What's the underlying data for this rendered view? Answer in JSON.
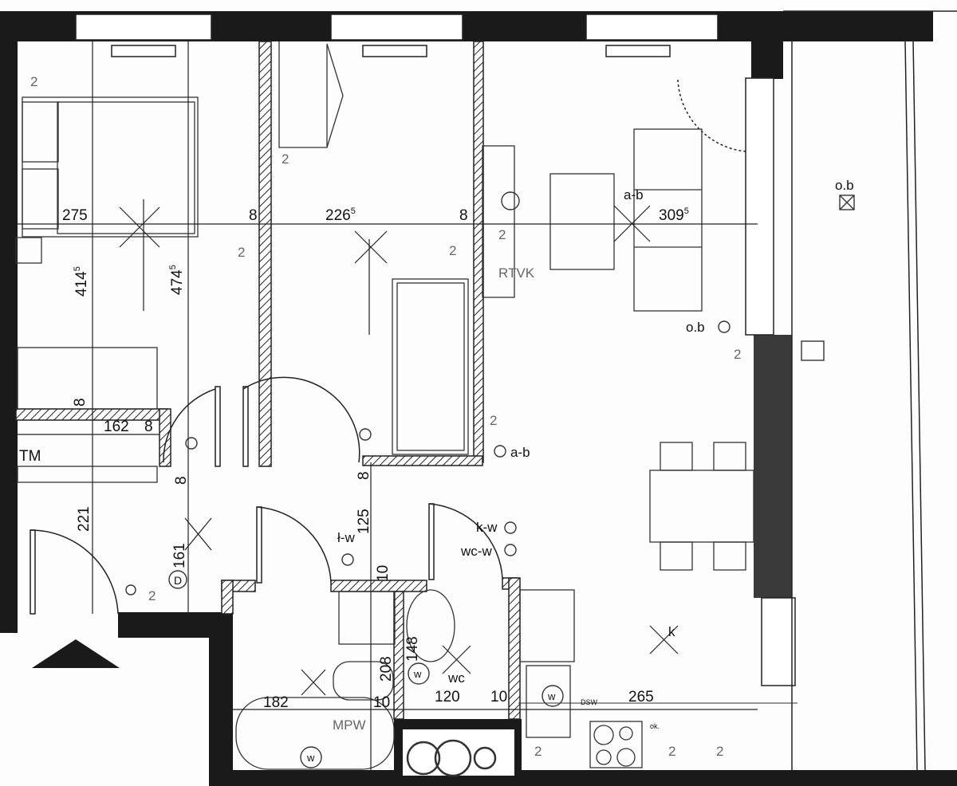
{
  "dimensions": {
    "bedroom1_width": "275",
    "wall_a": "8",
    "bedroom2_width": "226",
    "bedroom2_width_sup": "5",
    "wall_b": "8",
    "living_width": "309",
    "living_width_sup": "5",
    "bedroom_depth_1": "414",
    "bedroom_depth_1_sup": "5",
    "bedroom_depth_2": "474",
    "bedroom_depth_2_sup": "5",
    "wardrobe_wall": "8",
    "wardrobe_width": "162",
    "wardrobe_side_wall": "8",
    "corridor_wall_1": "8",
    "corridor_wall_2": "8",
    "hall_depth": "221",
    "hall_height": "161",
    "corridor_length": "125",
    "bath_wall_top": "10",
    "bath_depth": "208",
    "wc_depth": "148",
    "bath_width": "182",
    "bath_wall": "10",
    "wc_width": "120",
    "wc_wall": "10",
    "kitchen_width": "265"
  },
  "labels": {
    "balcony_socket": "o.b",
    "living_switch": "a-b",
    "tv_socket": "RTVK",
    "balcony_switch": "o.b",
    "switch_ab": "a-b",
    "tm": "TM",
    "switch_tw": "ł-w",
    "switch_kw": "k-w",
    "switch_wcw": "wc-w",
    "wc_label": "wc",
    "kitchen_light": "k",
    "mpw": "MPW",
    "socket_count": "2",
    "water": "w",
    "doorbell": "D",
    "kitchen_marks": "DSW",
    "oven_mark": "ok."
  }
}
